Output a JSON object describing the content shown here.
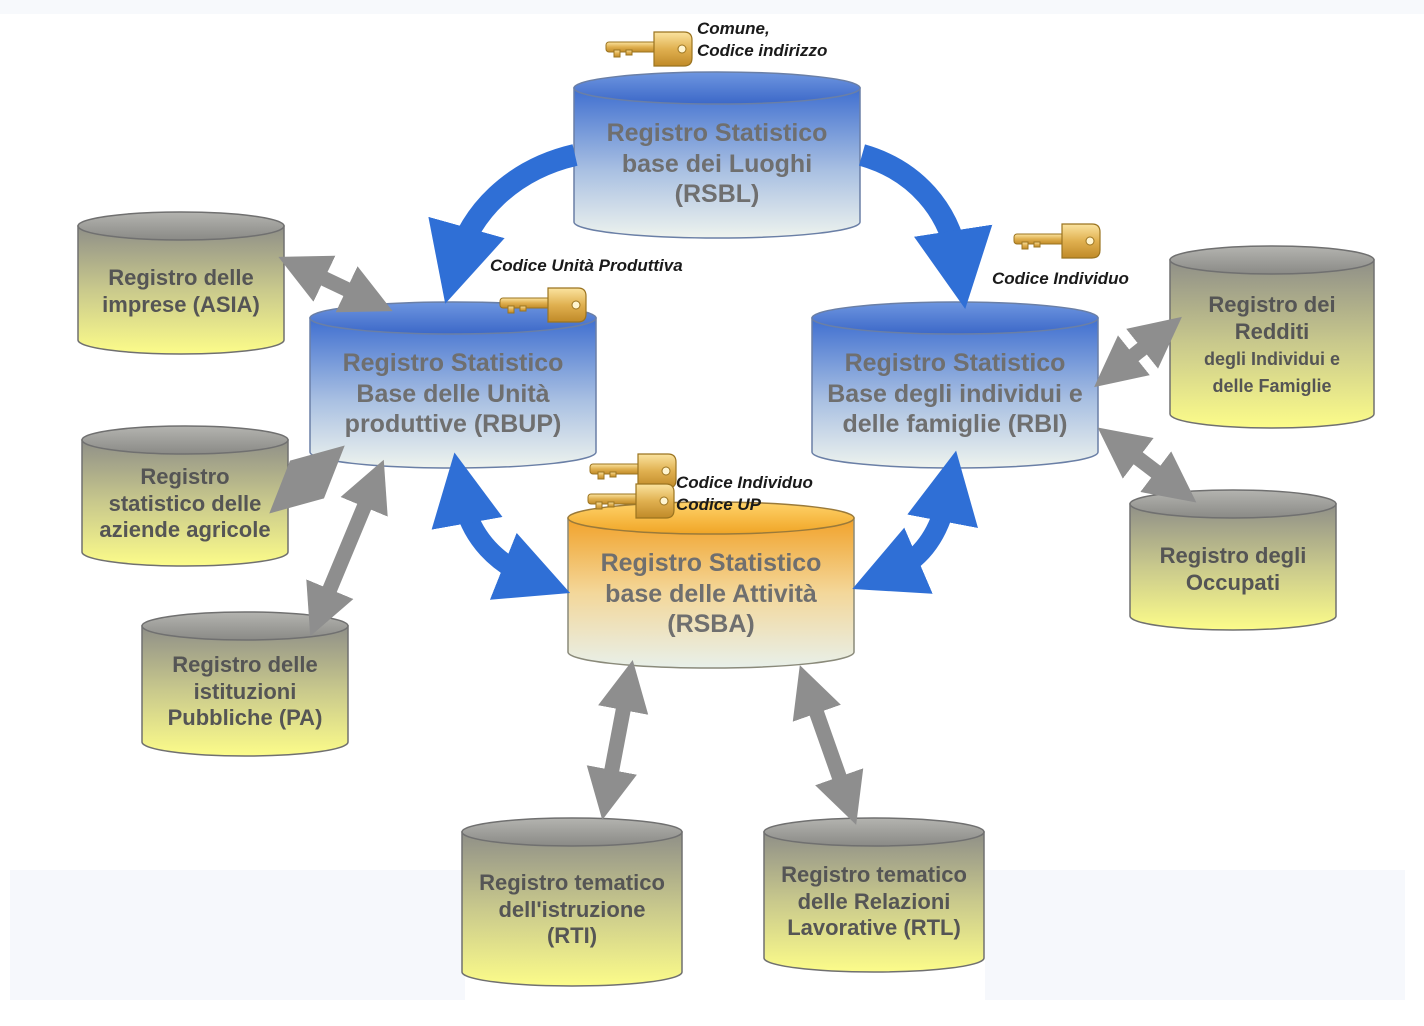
{
  "colors": {
    "core_blue_top": "#3f6fd0",
    "core_blue_bottom": "#eef3ee",
    "core_orange_top": "#f2a22a",
    "core_orange_bottom": "#e8f0ea",
    "side_top": "#9a9a92",
    "side_bottom": "#fbfb8e",
    "arrow_blue": "#2f6fd6",
    "arrow_gray": "#8e8e8e",
    "key_gold": "#e0b050"
  },
  "registers": {
    "rsbl": [
      "Registro Statistico",
      "base dei Luoghi",
      "(RSBL)"
    ],
    "rbup": [
      "Registro Statistico",
      "Base delle Unità",
      "produttive (RBUP)"
    ],
    "rbi": [
      "Registro Statistico",
      "Base degli individui e",
      "delle famiglie (RBI)"
    ],
    "rsba": [
      "Registro Statistico",
      "base delle Attività",
      "(RSBA)"
    ],
    "asia": [
      "Registro delle",
      "imprese (ASIA)"
    ],
    "aziende": [
      "Registro",
      "statistico delle",
      "aziende agricole"
    ],
    "pa": [
      "Registro delle",
      "istituzioni",
      "Pubbliche (PA)"
    ],
    "redditi_title": [
      "Registro dei",
      "Redditi"
    ],
    "redditi_sub": [
      "degli Individui e",
      "delle Famiglie"
    ],
    "occupati": [
      "Registro degli",
      "Occupati"
    ],
    "rti": [
      "Registro tematico",
      "dell'istruzione",
      "(RTI)"
    ],
    "rtl": [
      "Registro tematico",
      "delle Relazioni",
      "Lavorative (RTL)"
    ]
  },
  "keys": {
    "rsbl": [
      "Comune,",
      "Codice indirizzo"
    ],
    "rbup": "Codice Unità Produttiva",
    "rbi": "Codice Individuo",
    "rsba": [
      "Codice Individuo",
      "Codice UP"
    ]
  }
}
